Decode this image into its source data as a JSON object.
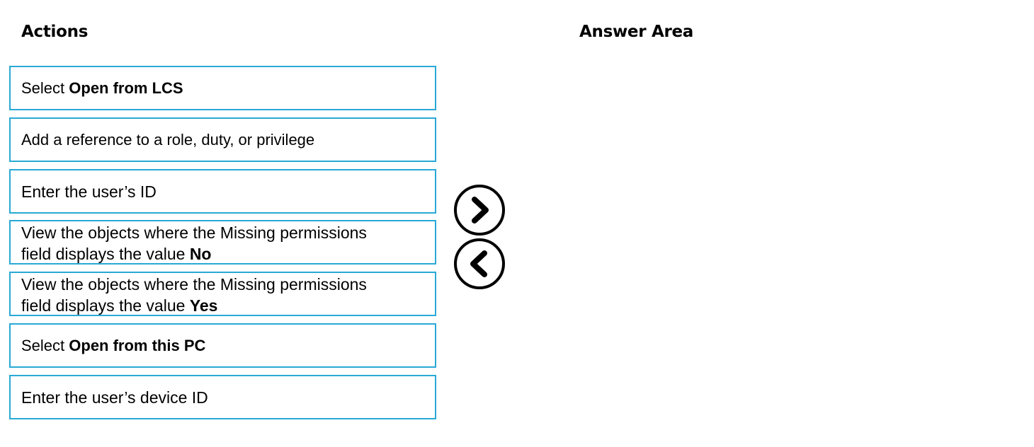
{
  "actions_heading": "Actions",
  "answer_heading": "Answer Area",
  "actions": [
    {
      "prefix": "Select ",
      "bold": "Open from LCS"
    },
    {
      "prefix": "Add a reference to a role, duty, or privilege",
      "bold": ""
    },
    {
      "prefix": "Enter the user’s ID",
      "bold": ""
    },
    {
      "line1": "View the objects where the Missing permissions",
      "line2_prefix": "field displays the value ",
      "line2_bold": "No"
    },
    {
      "line1": "View the objects where the Missing permissions",
      "line2_prefix": "field displays the value ",
      "line2_bold": "Yes"
    },
    {
      "prefix": "Select ",
      "bold": "Open from this PC"
    },
    {
      "prefix": "Enter the user’s device ID",
      "bold": ""
    }
  ],
  "icons": {
    "move_right": "chevron-right-circle-icon",
    "move_left": "chevron-left-circle-icon"
  },
  "colors": {
    "item_border": "#29a9d6",
    "text": "#000000",
    "background": "#ffffff"
  }
}
